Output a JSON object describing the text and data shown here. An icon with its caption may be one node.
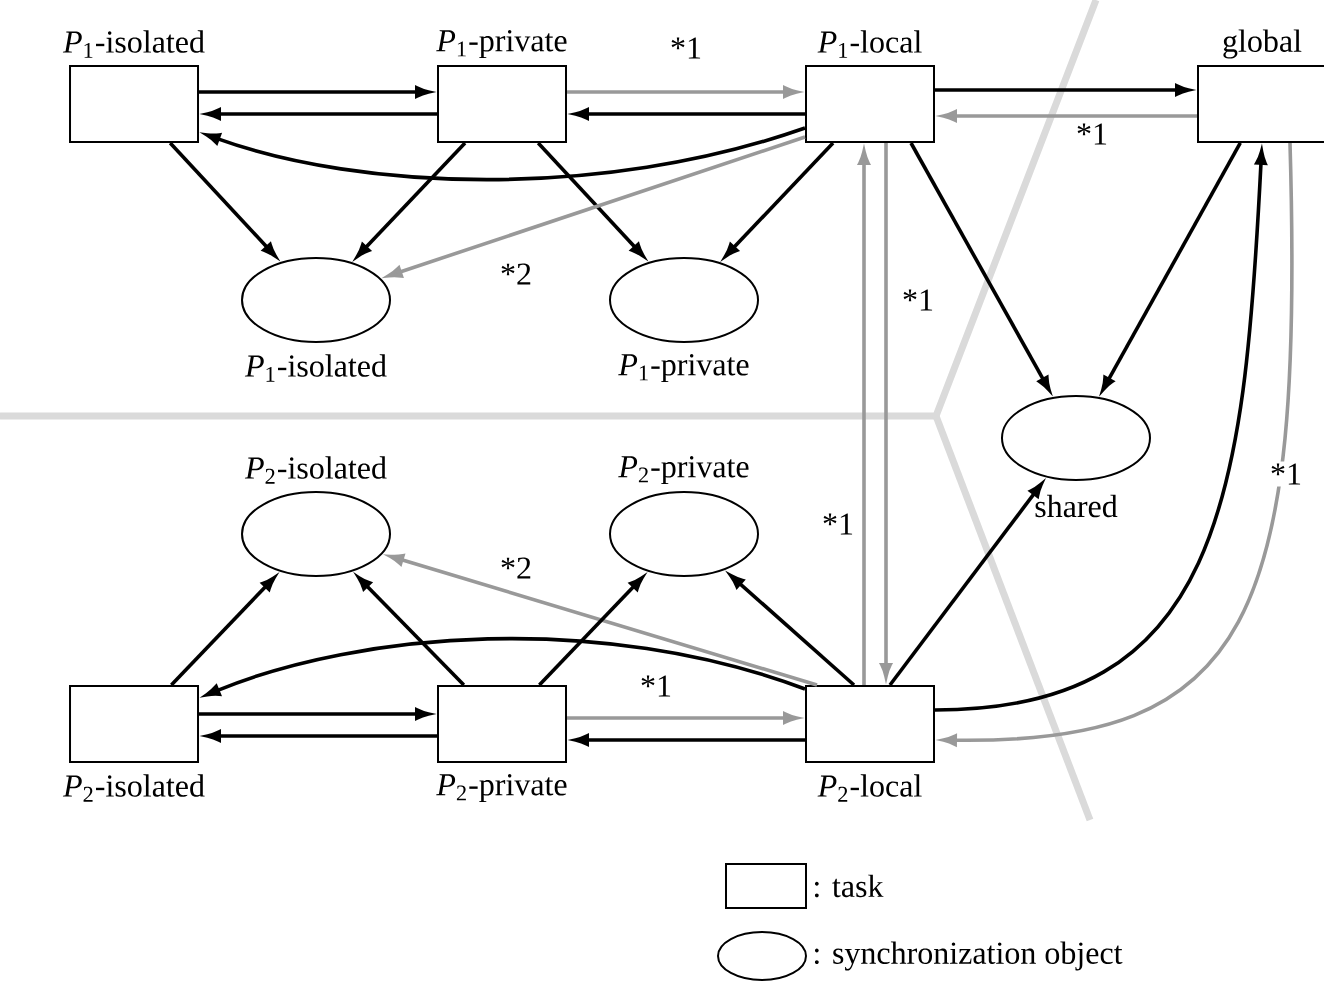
{
  "diagram": {
    "nodes": [
      {
        "text": [
          "*P*$_{1}$-isolated"
        ]
      },
      {
        "text": [
          "*P*$_{1}$-private"
        ]
      },
      {
        "text": [
          "*P*$_{1}$-local"
        ]
      },
      {
        "text": [
          "global"
        ]
      },
      {
        "text": [
          "*P*$_{1}$-isolated"
        ]
      },
      {
        "text": [
          "*P*$_{1}$-private"
        ]
      },
      {
        "text": [
          "shared"
        ]
      },
      {
        "text": [
          "*P*$_{2}$-isolated"
        ]
      },
      {
        "text": [
          "*P*$_{2}$-private"
        ]
      },
      {
        "text": [
          "*P*$_{2}$-isolated"
        ]
      },
      {
        "text": [
          "*P*$_{2}$-private"
        ]
      },
      {
        "text": [
          "*P*$_{2}$-local"
        ]
      }
    ],
    "edges": [
      {
        "from": 0,
        "to": 1,
        "arrow": "to"
      },
      {
        "from": 1,
        "to": 0,
        "arrow": "to"
      },
      {
        "from": 1,
        "to": 2,
        "arrow": "to",
        "label": "*1",
        "color": "#999999"
      },
      {
        "from": 2,
        "to": 1,
        "arrow": "to"
      },
      {
        "from": 2,
        "to": 0,
        "arrow": "to"
      },
      {
        "from": 0,
        "to": 4,
        "arrow": "to"
      },
      {
        "from": 1,
        "to": 4,
        "arrow": "to"
      },
      {
        "from": 1,
        "to": 5,
        "arrow": "to"
      },
      {
        "from": 2,
        "to": 4,
        "arrow": "to",
        "label": "*2",
        "color": "#999999"
      },
      {
        "from": 2,
        "to": 5,
        "arrow": "to"
      },
      {
        "from": 2,
        "to": 3,
        "arrow": "to"
      },
      {
        "from": 3,
        "to": 2,
        "arrow": "to",
        "label": "*1",
        "color": "#999999"
      },
      {
        "from": 2,
        "to": 6,
        "arrow": "to"
      },
      {
        "from": 3,
        "to": 6,
        "arrow": "to"
      },
      {
        "from": 11,
        "to": 2,
        "arrow": "to",
        "label": "*1",
        "color": "#999999"
      },
      {
        "from": 2,
        "to": 11,
        "arrow": "to",
        "label": "*1",
        "color": "#999999"
      },
      {
        "from": 11,
        "to": 3,
        "arrow": "to"
      },
      {
        "from": 3,
        "to": 11,
        "arrow": "to",
        "label": "*1",
        "color": "#999999"
      },
      {
        "from": 11,
        "to": 6,
        "arrow": "to"
      },
      {
        "from": 11,
        "to": 8,
        "arrow": "to"
      },
      {
        "from": 11,
        "to": 7,
        "arrow": "to",
        "label": "*2",
        "color": "#999999"
      },
      {
        "from": 11,
        "to": 9,
        "arrow": "to"
      },
      {
        "from": 9,
        "to": 7,
        "arrow": "to"
      },
      {
        "from": 10,
        "to": 7,
        "arrow": "to"
      },
      {
        "from": 10,
        "to": 8,
        "arrow": "to"
      },
      {
        "from": 9,
        "to": 10,
        "arrow": "to"
      },
      {
        "from": 10,
        "to": 9,
        "arrow": "to"
      },
      {
        "from": 10,
        "to": 11,
        "arrow": "to",
        "label": "*1",
        "color": "#999999"
      },
      {
        "from": 11,
        "to": 10,
        "arrow": "to"
      }
    ],
    "legend": [
      {
        "text": ": task"
      },
      {
        "text": ": synchronization object"
      }
    ]
  }
}
